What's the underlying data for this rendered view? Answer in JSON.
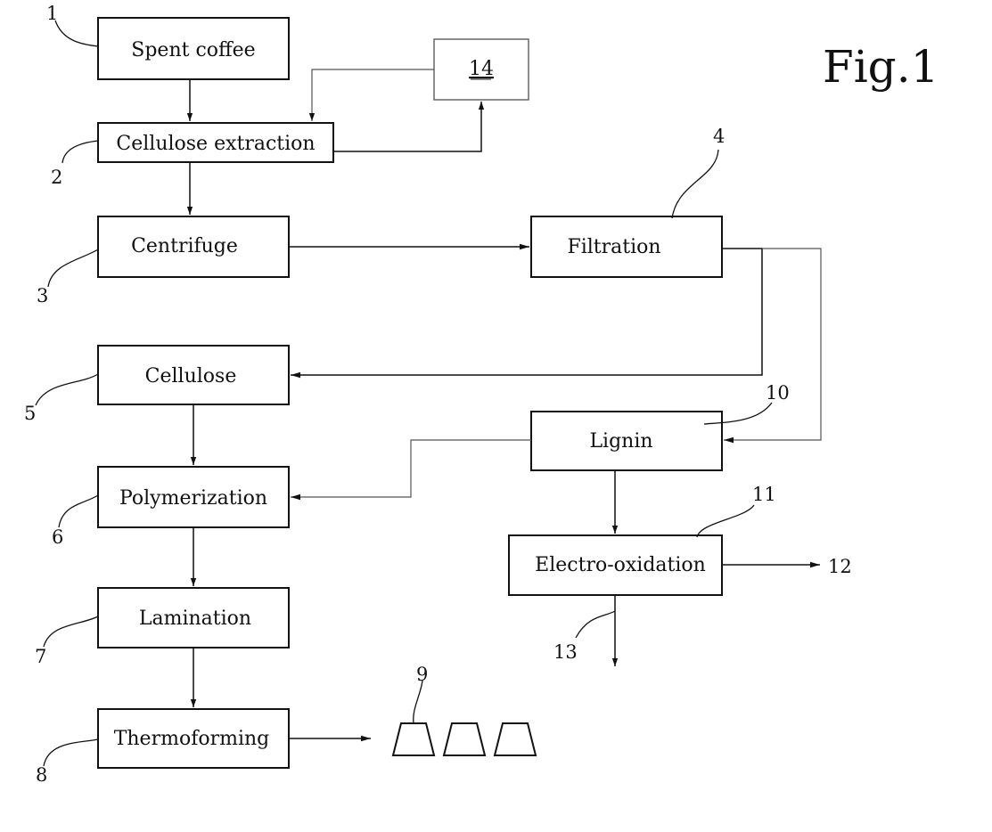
{
  "figure": {
    "title": "Fig.1"
  },
  "boxes": {
    "spent_coffee": "Spent coffee",
    "cellulose_extraction": "Cellulose extraction",
    "box_14": "14",
    "centrifuge": "Centrifuge",
    "filtration": "Filtration",
    "cellulose": "Cellulose",
    "lignin": "Lignin",
    "polymerization": "Polymerization",
    "electro_oxidation": "Electro-oxidation",
    "lamination": "Lamination",
    "thermoforming": "Thermoforming"
  },
  "refs": {
    "r1": "1",
    "r2": "2",
    "r3": "3",
    "r4": "4",
    "r5": "5",
    "r6": "6",
    "r7": "7",
    "r8": "8",
    "r9": "9",
    "r10": "10",
    "r11": "11",
    "r12": "12",
    "r13": "13"
  }
}
